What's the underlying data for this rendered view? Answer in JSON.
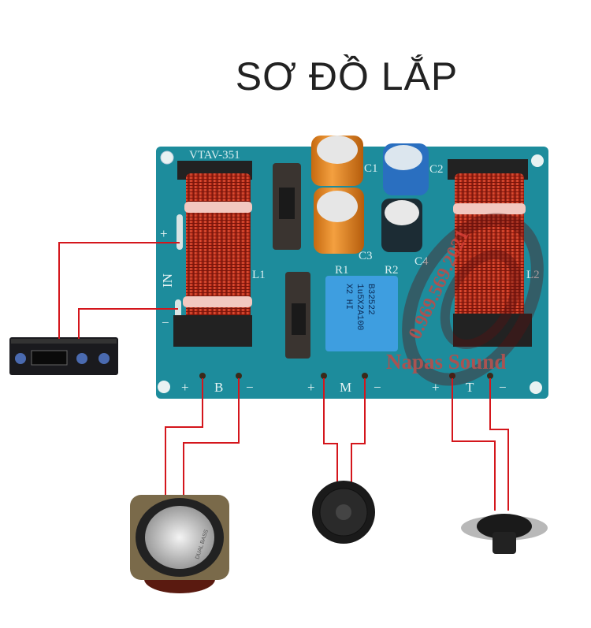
{
  "title": "SƠ ĐỒ LẮP",
  "board": {
    "model": "VTAV-351",
    "input_plus": "+",
    "input_label": "IN",
    "input_minus": "−",
    "components": {
      "c1": "C1",
      "c2": "C2",
      "c3": "C3",
      "c4": "C4",
      "l1": "L1",
      "l2": "L2",
      "r1": "R1",
      "r2": "R2"
    },
    "capacitor_text": [
      "B32522",
      "1u5X2A100",
      "X2   HI"
    ],
    "outputs": [
      {
        "plus": "+",
        "name": "B",
        "minus": "−"
      },
      {
        "plus": "+",
        "name": "M",
        "minus": "−"
      },
      {
        "plus": "+",
        "name": "T",
        "minus": "−"
      }
    ]
  },
  "woofer_brand": "DUAL BASS",
  "watermark": {
    "phone": "0.969.569.2021",
    "brand": "Napas Sound"
  },
  "colors": {
    "board": "#1d8c9c",
    "wire": "#d4161c",
    "coil": "#c8321c",
    "watermark": "#d8403a"
  }
}
